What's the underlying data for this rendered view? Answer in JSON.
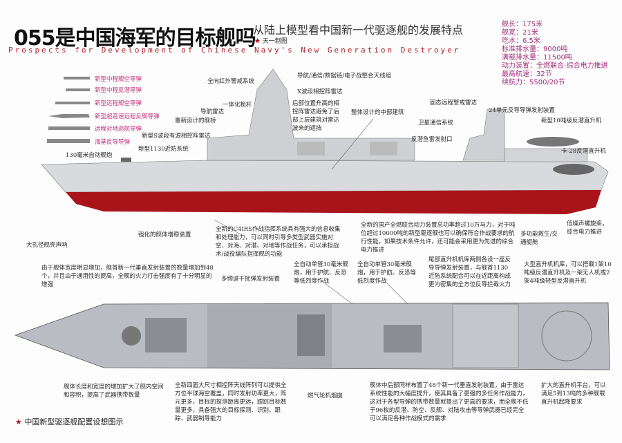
{
  "header": {
    "title": "055是中国海军的目标舰吗",
    "subtitle": "从陆上模型看中国新一代驱逐舰的发展特点",
    "credit": "天一制图",
    "english_title": "Prospects for Development of Chinese Navy's New Generation Destroyer"
  },
  "specs": [
    "舰长：175米",
    "舰宽：21米",
    "吃水：6.5米",
    "标准排水量：9000吨",
    "满载排水量：11500吨",
    "动力装置：全燃联合-综合电力推进",
    "最高航速：32节",
    "续航力：5500/20节"
  ],
  "missiles": [
    "新型中程舰空导弹",
    "新型中程反潜导弹",
    "新型远程舰空导弹",
    "新型超音速远程反舰导弹",
    "远程对地巡航导弹",
    "海基反导导弹"
  ],
  "side_labels": {
    "irst": "全向红外警戒系统",
    "mast": "一体化桅杆",
    "nav_radar": "导航雷达",
    "bridge": "重新设计的舰桥",
    "s_band": "新型S波段有源相控阵雷达",
    "ciws": "新型1130近防系统",
    "gun": "130毫米自动舰炮",
    "antenna": "导航/通信/数据链/电子战整合天线组",
    "x_band": "X波段相控阵雷达",
    "rear_radar": "后部位置升高的相控阵雷达避免了后部上层建筑对雷达波来的遮挡",
    "mid": "整体设计的中部建筑",
    "solid_radar": "固态远程警戒雷达",
    "abm24": "24单元反导导弹发射装置",
    "satcom": "卫星通信系统",
    "heli10": "新型10吨级反潜直升机",
    "torpedo": "反潜鱼雷发射口",
    "ka28": "卡-28反潜直升机",
    "sonar": "大孔径舰壳声呐",
    "stabilizer": "强化的舰体增稳装置",
    "c4irs": "全新的C4IRS作战指挥系统具有强大的信息收集和处理能力，可以同时引导多类型武器实施对空、对海、对潜、对地等作战任务，可以承担战术/战役编队指挥舰的功能",
    "power": "全新的国产全燃联合动力装置总功率超过10万马力，对于吨位超过10000吨的新型驱逐舰也可以确保符合作战要求的航行性能，如果技术条件允许，还可能会采用更为先进的综合电力推进",
    "lifeboat": "多功能救生/交通艇舱",
    "propeller": "低噪声螺旋桨，综合电力推进"
  },
  "top_labels": {
    "vls_front": "由于舰体宽度明显增加，舰首新一代垂直发射装置的数量增加到48个，并且由于通用性的提高，全舰的火力打击强度有了十分明显的增强",
    "decoy": "多频谱干扰弹发射装置",
    "gun30a": "全自动单管30毫米舰炮，用于护航、反恐等低烈度作战",
    "gun30b": "全自动单管30毫米舰炮，用于护航、反恐等低烈度作战",
    "hangar_sides": "尾部直升机机库两侧各设一座反导导弹发射装置，与舰首1130近防系统配合可以在近距离构成更为密集的全方位反导拦截火力",
    "hangar": "大型直升机机库，可以搭载1架10吨级反潜直升机及一架无人机或2架4吨级轻型反潜直升机",
    "hull_size": "舰体长度和宽度的增加扩大了舰内空间和容积，提高了武器携带数量",
    "array": "全新四面大尺寸相控阵天线阵列可以提供全方位半球海空覆盖，同时发射功率更大，阵元更多，目标的探测距离更远，跟踪目标数量更多，具备强大的目标探测、识别、跟踪、武器制导能力",
    "funnel": "燃气轮机烟囱",
    "vls_rear": "舰体中后部同样布置了48个新一代垂直发射装置，由于雷达系统性能的大幅度提升，使其具备了更强的多任务作战能力，这对于各型导弹的携带数量就提出了更高的要求，而全舰不低于96枚的反潜、防空、反舰、对陆攻击等导弹武器已经完全可以满足各种作战模式的需求",
    "heli_deck": "扩大的直升机平台，可以满足5到13吨的多种舰载直升机起降要求"
  },
  "caption": "中国新型驱逐舰配置设想图示",
  "colors": {
    "accent": "#c2307a",
    "hull_red": "#a8141a",
    "hull_grey": "#d8d9dc"
  }
}
